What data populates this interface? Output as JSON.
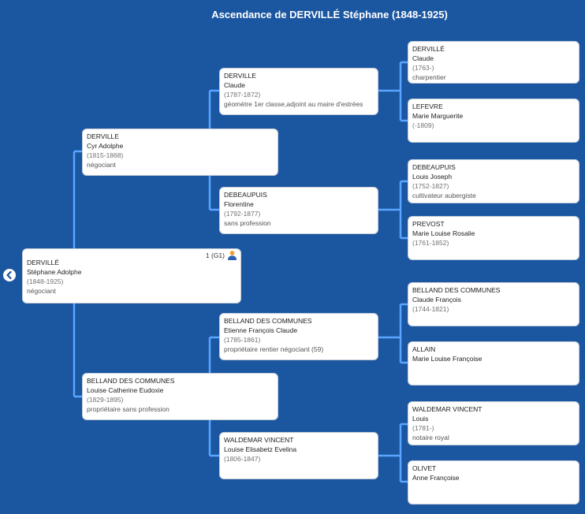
{
  "title": "Ascendance de DERVILLÉ Stéphane (1848-1925)",
  "root": {
    "surname": "DERVILLÉ",
    "given": "Stéphane Adolphe",
    "dates": "(1848-1925)",
    "occupation": "négociant",
    "generation": "1 (G1)"
  },
  "father": {
    "surname": "DERVILLE",
    "given": "Cyr Adolphe",
    "dates": "(1815-1868)",
    "occupation": "négociant"
  },
  "mother": {
    "surname": "BELLAND DES COMMUNES",
    "given": "Louise Catherine Eudoxie",
    "dates": "(1829-1895)",
    "occupation": "propriétaire sans profession"
  },
  "ff": {
    "surname": "DERVILLE",
    "given": "Claude",
    "dates": "(1787-1872)",
    "occupation": "géomètre 1er classe,adjoint au maire d'estrées"
  },
  "fm": {
    "surname": "DEBEAUPUIS",
    "given": "Florentine",
    "dates": "(1792-1877)",
    "occupation": "sans profession"
  },
  "mf": {
    "surname": "BELLAND DES COMMUNES",
    "given": "Etienne François Claude",
    "dates": "(1785-1861)",
    "occupation": "propriétaire rentier négociant (59)"
  },
  "mm": {
    "surname": "WALDEMAR VINCENT",
    "given": "Louise Elisabetz Evelina",
    "dates": "(1806-1847)",
    "occupation": ""
  },
  "fff": {
    "surname": "DERVILLÉ",
    "given": "Claude",
    "dates": "(1763-)",
    "occupation": "charpentier"
  },
  "ffm": {
    "surname": "LEFEVRE",
    "given": "Marie Marguerite",
    "dates": "(-1809)",
    "occupation": ""
  },
  "fmf": {
    "surname": "DEBEAUPUIS",
    "given": "Louis Joseph",
    "dates": "(1752-1827)",
    "occupation": "cultivateur aubergiste"
  },
  "fmm": {
    "surname": "PREVOST",
    "given": "Marie Louise Rosalie",
    "dates": "(1761-1852)",
    "occupation": ""
  },
  "mff": {
    "surname": "BELLAND DES COMMUNES",
    "given": "Claude François",
    "dates": "(1744-1821)",
    "occupation": ""
  },
  "mfm": {
    "surname": "ALLAIN",
    "given": "Marie Louise Françoise",
    "dates": "",
    "occupation": ""
  },
  "mmf": {
    "surname": "WALDEMAR VINCENT",
    "given": "Louis",
    "dates": "(1781-)",
    "occupation": "notaire royal"
  },
  "mmm": {
    "surname": "OLIVET",
    "given": "Anne Françoise",
    "dates": "",
    "occupation": ""
  },
  "colors": {
    "background": "#1b56a0",
    "connector": "#5aa5ff",
    "card": "#ffffff"
  },
  "icons": {
    "back": "chevron-left-icon",
    "person": "person-icon"
  }
}
